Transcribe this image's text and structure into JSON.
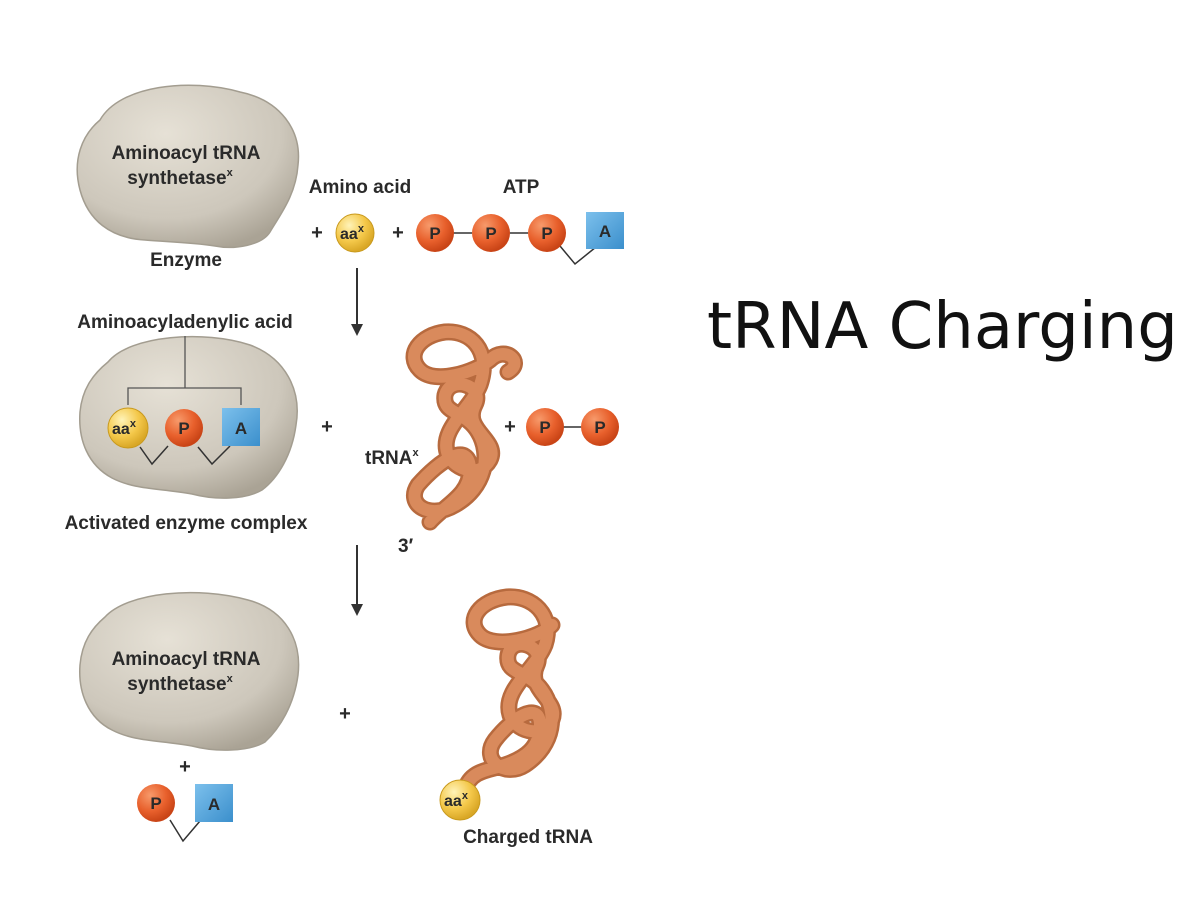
{
  "slide": {
    "title": "tRNA Charging"
  },
  "labels": {
    "enzyme_name_line1": "Aminoacyl tRNA",
    "enzyme_name_line2": "synthetase",
    "enzyme_superscript": "x",
    "enzyme_caption": "Enzyme",
    "amino_acid": "Amino acid",
    "atp": "ATP",
    "aminoacyladenylic_acid": "Aminoacyladenylic acid",
    "activated_complex": "Activated enzyme complex",
    "trna": "tRNA",
    "trna_superscript": "x",
    "three_prime": "3′",
    "charged_trna": "Charged tRNA"
  },
  "symbols": {
    "plus": "+",
    "phosphate": "P",
    "adenosine": "A",
    "amino_acid_abbrev": "aa",
    "amino_acid_superscript": "x"
  },
  "colors": {
    "enzyme_fill": "#cdc7bb",
    "enzyme_stroke": "#a39d90",
    "phosphate_fill": "#e8602c",
    "adenosine_fill": "#4a9fd8",
    "amino_acid_fill": "#f4c84a",
    "trna_fill": "#d98a5c",
    "trna_stroke": "#b76a3e",
    "line": "#333333"
  }
}
